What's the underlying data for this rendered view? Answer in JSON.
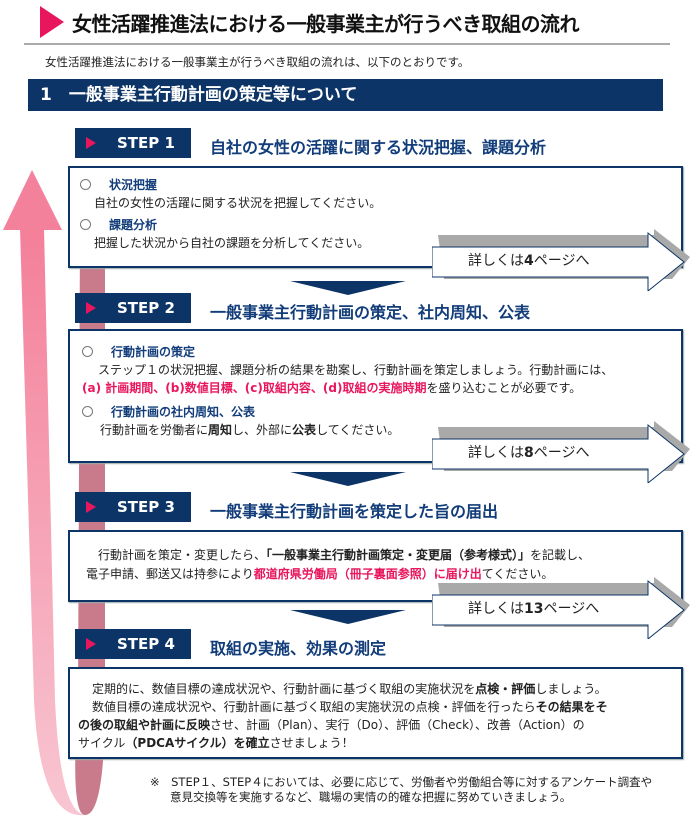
{
  "title": "女性活躍推進法における一般事業主が行うべき取組の流れ",
  "intro": "女性活躍推進法における一般事業主が行うべき取組の流れは、以下のとおりです。",
  "section": "1　一般事業主行動計画の策定等について",
  "colors": {
    "navy": "#0d3466",
    "accent": "#e8175d",
    "heading": "#123d7a"
  },
  "steps": [
    {
      "label": "STEP 1",
      "heading": "自社の女性の活躍に関する状況把握、課題分析",
      "items": [
        {
          "title": "状況把握",
          "text": "自社の女性の活躍に関する状況を把握してください。"
        },
        {
          "title": "課題分析",
          "text": "把握した状況から自社の課題を分析してください。"
        }
      ],
      "link": {
        "pre": "詳しくは",
        "num": "4",
        "post": "ページへ"
      }
    },
    {
      "label": "STEP 2",
      "heading": "一般事業主行動計画の策定、社内周知、公表",
      "item1_title": "行動計画の策定",
      "item1_text1": "ステップ１の状況把握、課題分析の結果を勘案し、行動計画を策定しましょう。行動計画には、",
      "item1_red": "(a) 計画期間、(b)数値目標、(c)取組内容、(d)取組の実施時期",
      "item1_text2": "を盛り込むことが必要です。",
      "item2_title": "行動計画の社内周知、公表",
      "item2_a": "行動計画を労働者に",
      "item2_b": "周知",
      "item2_c": "し、外部に",
      "item2_d": "公表",
      "item2_e": "してください。",
      "link": {
        "pre": "詳しくは",
        "num": "8",
        "post": "ページへ"
      }
    },
    {
      "label": "STEP 3",
      "heading": "一般事業主行動計画を策定した旨の届出",
      "t1": "行動計画を策定・変更したら、",
      "t2": "「一般事業主行動計画策定・変更届（参考様式）」",
      "t3": "を記載し、",
      "t4": "電子申請、郵送又は持参により",
      "t5": "都道府県労働局（冊子裏面参照）に届け出",
      "t6": "てください。",
      "link": {
        "pre": "詳しくは",
        "num": "13",
        "post": "ページへ"
      }
    },
    {
      "label": "STEP 4",
      "heading": "取組の実施、効果の測定",
      "p1a": "定期的に、数値目標の達成状況や、行動計画に基づく取組の実施状況を",
      "p1b": "点検・評価",
      "p1c": "しましょう。",
      "p2a": "数値目標の達成状況や、行動計画に基づく取組の実施状況の点検・評価を行ったら",
      "p2b": "その結果をそ",
      "p3a": "の後の取組や計画に反映",
      "p3b": "させ、計画（Plan）、実行（Do）、評価（Check）、改善（Action）の",
      "p4a": "サイクル",
      "p4b": "（PDCAサイクル）を確立",
      "p4c": "させましょう！"
    }
  ],
  "note1": "※　STEP１、STEP４においては、必要に応じて、労働者や労働組合等に対するアンケート調査や",
  "note2": "意見交換等を実施するなど、職場の実情の的確な把握に努めていきましょう。"
}
